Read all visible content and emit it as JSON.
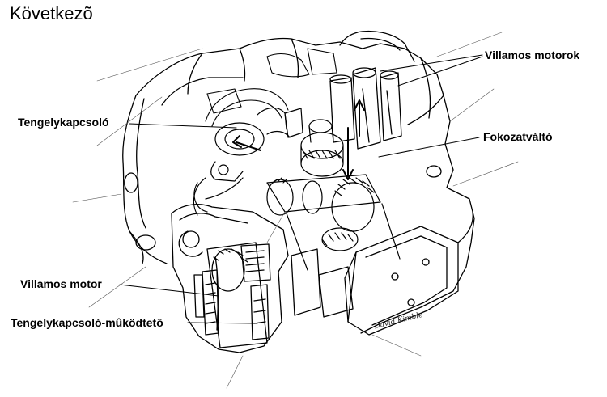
{
  "title": "Következõ",
  "labels": {
    "villamos_motorok": "Villamos motorok",
    "tengelykapcsolo": "Tengelykapcsoló",
    "fokozatvalto": "Fokozatváltó",
    "villamos_motor": "Villamos motor",
    "tengelykapcsolo_mukodteto": "Tengelykapcsoló-mûködtetõ"
  },
  "signature": "David Kimble",
  "colors": {
    "ink": "#000000",
    "background": "#ffffff"
  }
}
